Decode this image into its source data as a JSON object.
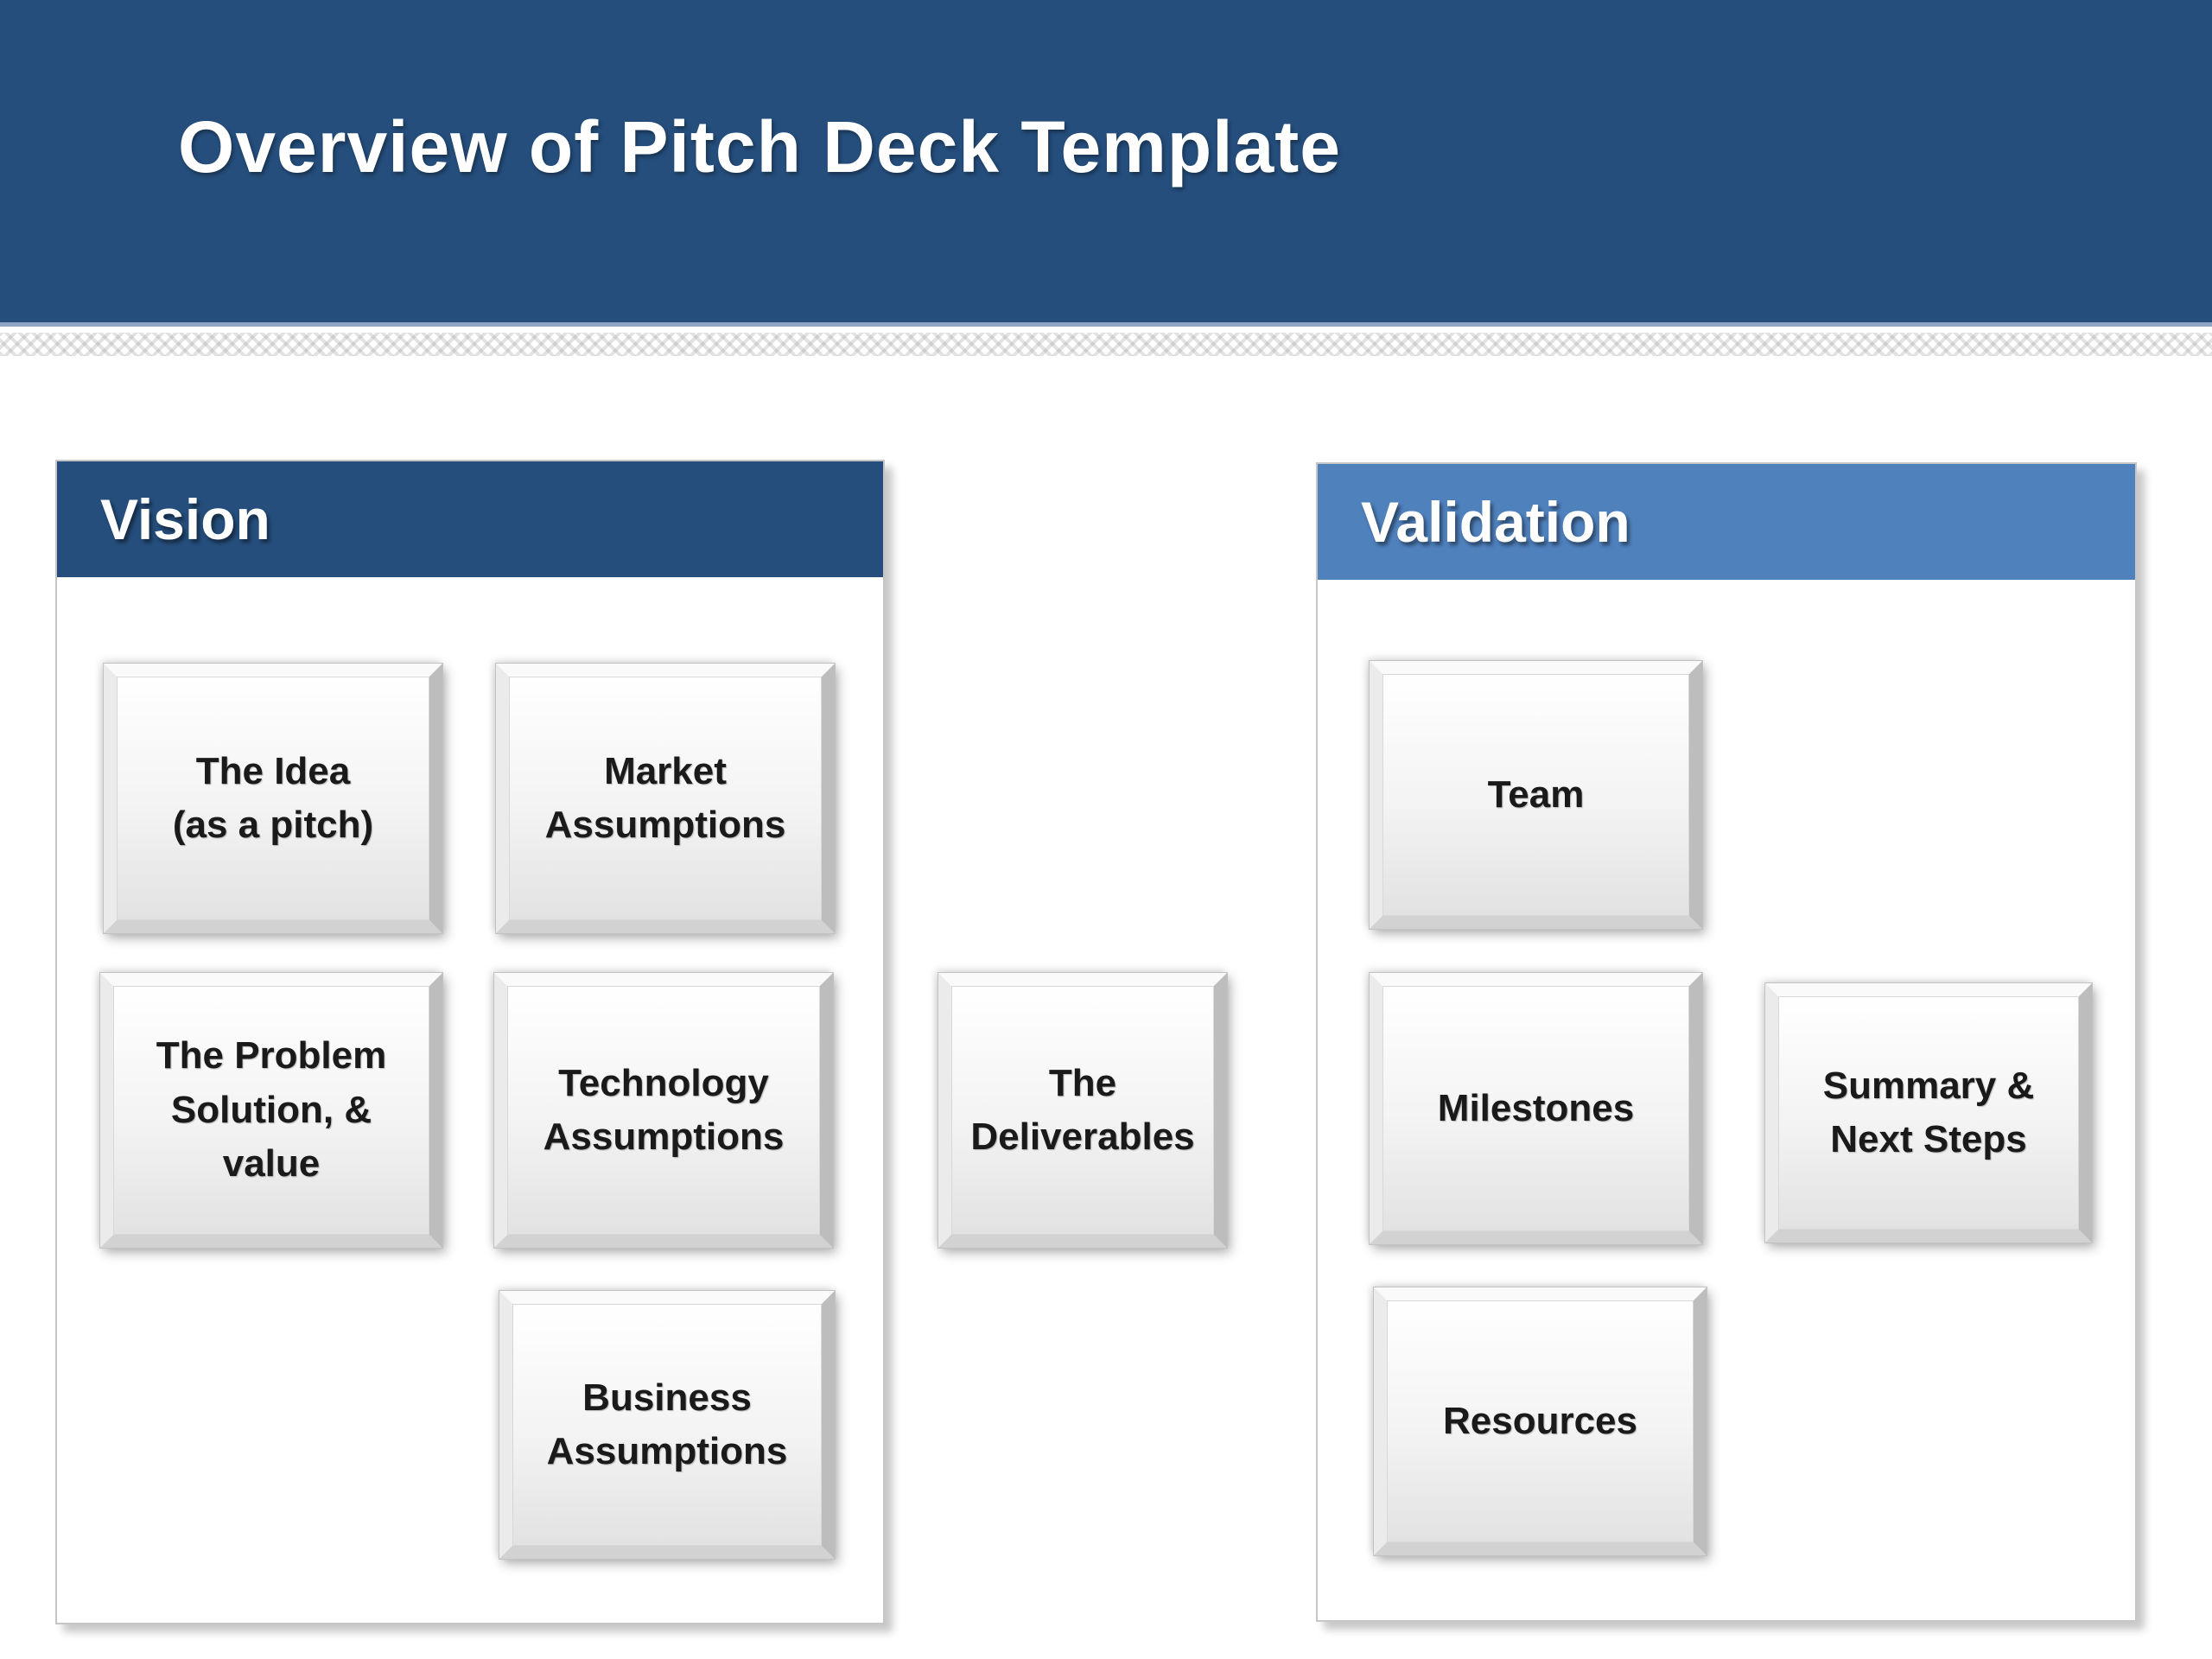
{
  "slide": {
    "title": "Overview of Pitch Deck Template"
  },
  "colors": {
    "banner_bg": "#254E7C",
    "vision_header_bg": "#254E7C",
    "validation_header_bg": "#4F81BD",
    "header_text": "#FFFFFF",
    "box_text": "#1A1A1A"
  },
  "vision": {
    "label": "Vision",
    "boxes": {
      "idea": "The Idea\n(as a pitch)",
      "market": "Market\nAssumptions",
      "problem": "The Problem\nSolution, &\nvalue",
      "technology": "Technology\nAssumptions",
      "business": "Business\nAssumptions"
    }
  },
  "connector": {
    "deliverables": "The\nDeliverables"
  },
  "validation": {
    "label": "Validation",
    "boxes": {
      "team": "Team",
      "milestones": "Milestones",
      "summary": "Summary &\nNext Steps",
      "resources": "Resources"
    }
  }
}
